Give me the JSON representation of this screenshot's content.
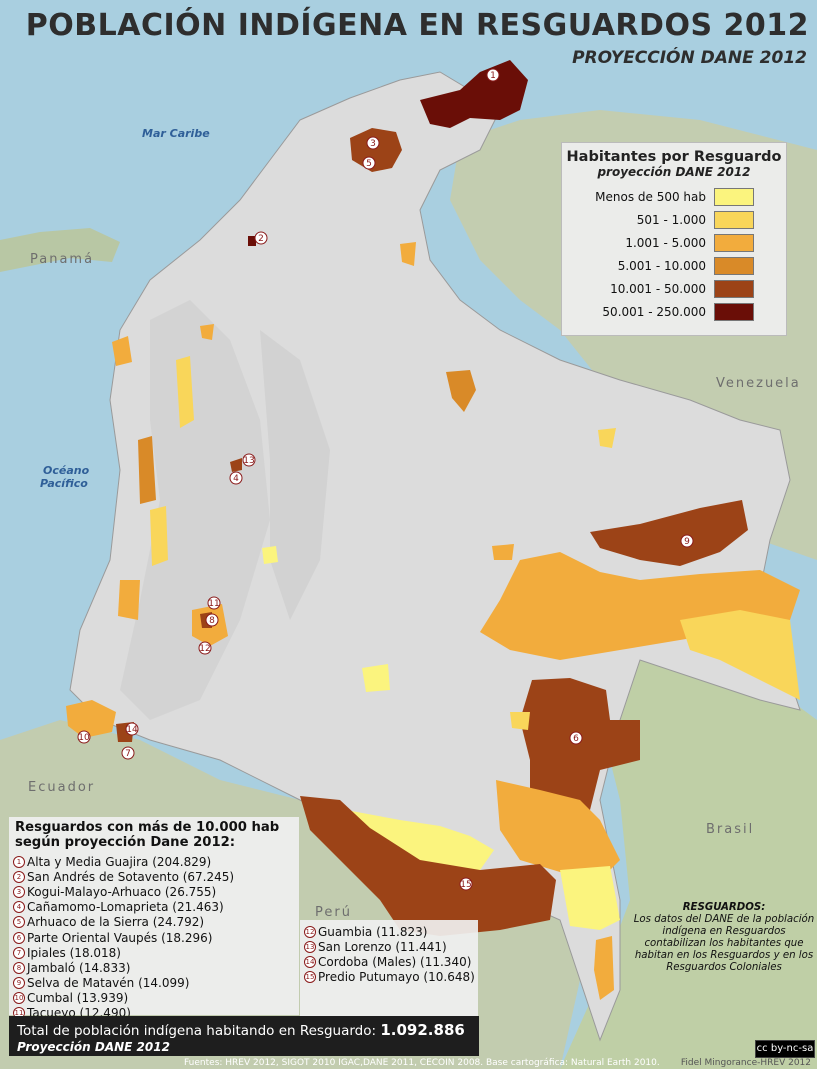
{
  "header": {
    "title": "POBLACIÓN INDÍGENA EN RESGUARDOS 2012",
    "subtitle": "PROYECCIÓN DANE 2012"
  },
  "map_labels": {
    "caribbean": "Mar Caribe",
    "pacific_1": "Océano",
    "pacific_2": "Pacífico",
    "panama": "Panamá",
    "venezuela": "Venezuela",
    "ecuador": "Ecuador",
    "brasil": "Brasil",
    "peru": "Perú"
  },
  "legend": {
    "title": "Habitantes por Resguardo",
    "subtitle": "proyección DANE 2012",
    "classes": [
      {
        "label": "Menos de 500 hab",
        "color": "#fbf47e"
      },
      {
        "label": "501 - 1.000",
        "color": "#f9d65a"
      },
      {
        "label": "1.001 - 5.000",
        "color": "#f2ac3d"
      },
      {
        "label": "5.001 - 10.000",
        "color": "#d98a28"
      },
      {
        "label": "10.001 - 50.000",
        "color": "#9c4317"
      },
      {
        "label": "50.001 - 250.000",
        "color": "#6a0e07"
      }
    ]
  },
  "resguardos": {
    "title": "Resguardos con más de 10.000 hab según proyección Dane 2012:",
    "items": [
      {
        "n": "1",
        "label": "Alta y Media Guajira (204.829)"
      },
      {
        "n": "2",
        "label": "San Andrés de Sotavento (67.245)"
      },
      {
        "n": "3",
        "label": "Kogui-Malayo-Arhuaco (26.755)"
      },
      {
        "n": "4",
        "label": "Cañamomo-Lomaprieta (21.463)"
      },
      {
        "n": "5",
        "label": "Arhuaco de la Sierra (24.792)"
      },
      {
        "n": "6",
        "label": "Parte Oriental Vaupés (18.296)"
      },
      {
        "n": "7",
        "label": "Ipiales (18.018)"
      },
      {
        "n": "8",
        "label": "Jambaló (14.833)"
      },
      {
        "n": "9",
        "label": "Selva de Matavén (14.099)"
      },
      {
        "n": "10",
        "label": "Cumbal (13.939)"
      },
      {
        "n": "11",
        "label": "Tacueyo (12.490)"
      }
    ],
    "items2": [
      {
        "n": "12",
        "label": "Guambia (11.823)"
      },
      {
        "n": "13",
        "label": "San Lorenzo (11.441)"
      },
      {
        "n": "14",
        "label": "Cordoba (Males) (11.340)"
      },
      {
        "n": "15",
        "label": "Predio Putumayo (10.648)"
      }
    ]
  },
  "note": {
    "title": "RESGUARDOS:",
    "text": "Los datos del DANE de la población indígena en Resguardos contabilizan los habitantes que habitan en los Resguardos y en los Resguardos Coloniales"
  },
  "total": {
    "label": "Total de población indígena habitando en Resguardo:",
    "value": "1.092.886",
    "sub": "Proyección DANE 2012"
  },
  "footer": {
    "sources": "Fuentes: HREV 2012, SIGOT 2010 IGAC,DANE 2011, CECOIN 2008. Base cartográfica: Natural Earth 2010.",
    "author": "Fidel Mingorance-HREV 2012",
    "license": "cc by-nc-sa"
  },
  "markers": {
    "m1": "1",
    "m2": "2",
    "m3": "3",
    "m4": "4",
    "m5": "5",
    "m6": "6",
    "m7": "7",
    "m8": "8",
    "m9": "9",
    "m10": "10",
    "m11": "11",
    "m12": "12",
    "m13": "13",
    "m14": "14",
    "m15": "15"
  }
}
